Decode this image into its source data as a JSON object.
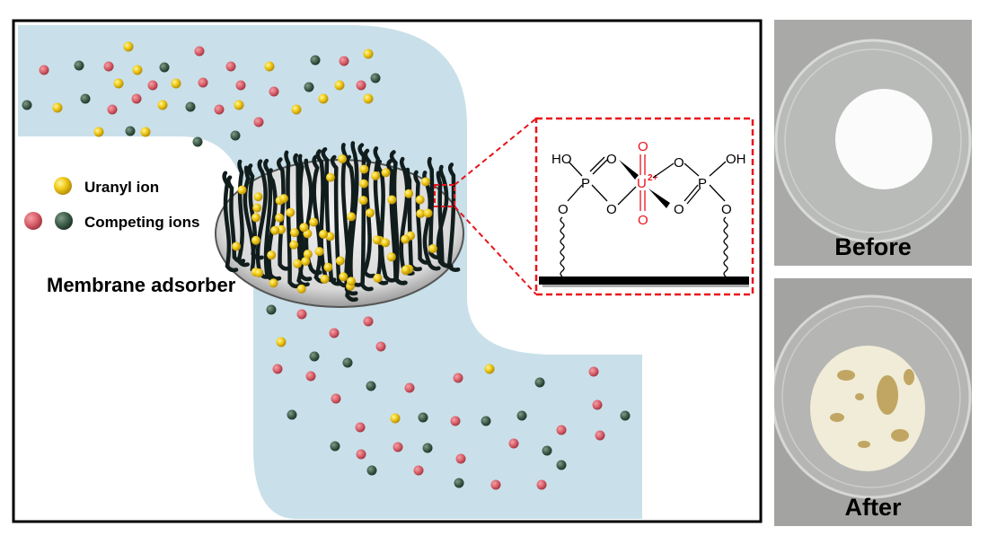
{
  "legend": {
    "uranyl_label": "Uranyl ion",
    "competing_label": "Competing ions"
  },
  "membrane_label": "Membrane adsorber",
  "structure": {
    "left_hydroxyl": "HO",
    "right_hydroxyl": "OH",
    "phosphorus": "P",
    "oxygen": "O",
    "uranium": "U",
    "uranium_charge": "2+"
  },
  "photos": {
    "before_label": "Before",
    "after_label": "After"
  },
  "colors": {
    "channel": "#c9e0ea",
    "uranyl": "#f2cc1a",
    "competing_red": "#d9606b",
    "competing_green": "#3f5e4c",
    "highlight": "#e8141c"
  }
}
